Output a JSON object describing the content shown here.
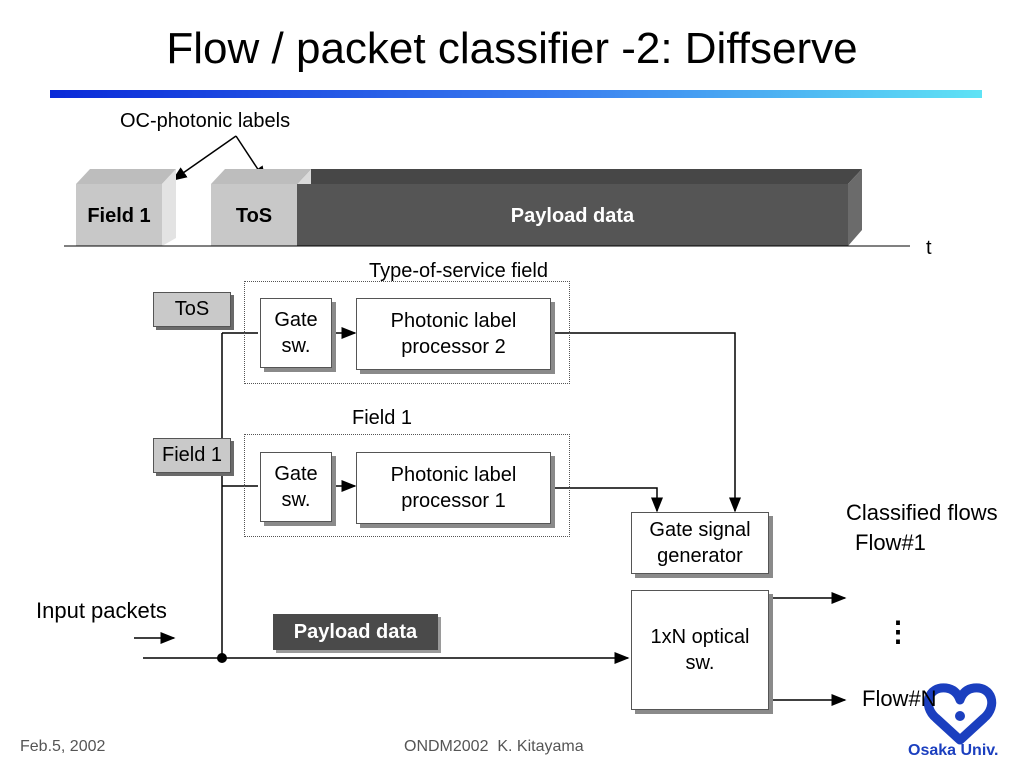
{
  "title": "Flow / packet classifier -2: Diffserve",
  "packet": {
    "labels_caption": "OC-photonic labels",
    "field1": "Field 1",
    "tos": "ToS",
    "payload": "Payload data",
    "time_axis": "t"
  },
  "diagram": {
    "tos_tag": "ToS",
    "field1_tag": "Field 1",
    "tos_group_label": "Type-of-service field",
    "field1_group_label": "Field 1",
    "gate_sw_top": [
      "Gate",
      "sw."
    ],
    "gate_sw_bottom": [
      "Gate",
      "sw."
    ],
    "proc2": [
      "Photonic label",
      "processor 2"
    ],
    "proc1": [
      "Photonic label",
      "processor 1"
    ],
    "gate_signal_gen": [
      "Gate signal",
      "generator"
    ],
    "optical_sw": [
      "1xN optical",
      "sw."
    ],
    "input_packets": "Input packets",
    "payload_tag": "Payload data",
    "classified_flows": "Classified flows",
    "flow1": "Flow#1",
    "flowN": "Flow#N",
    "ellipsis": "⋮"
  },
  "footer": {
    "date": "Feb.5, 2002",
    "conference": "ONDM2002  K. Kitayama",
    "logo_text": "Osaka Univ."
  },
  "colors": {
    "title_bar_start": "#0a2ad8",
    "title_bar_end": "#5fe3f5",
    "packet_light": "#c8c8c8",
    "packet_dark": "#555555",
    "logo_blue": "#1b3fbf"
  }
}
